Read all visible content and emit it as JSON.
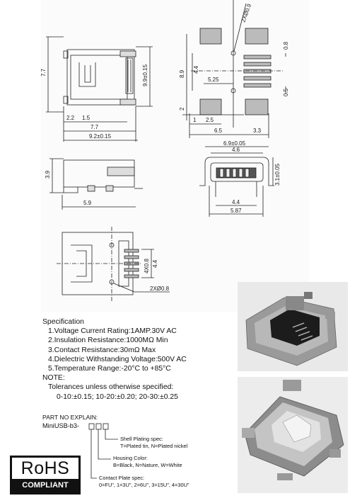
{
  "dimensions": {
    "top_height": "7.7",
    "top_depth": "9.9±0.15",
    "top_bottom_a": "2.2",
    "top_bottom_b": "1.5",
    "top_bottom_c": "7.7",
    "top_bottom_total": "9.2±0.15",
    "pad_diameter": "2XØ0.9",
    "pad_height_total": "8.9",
    "pad_height_inner": "4.4",
    "pad_pitch": "0.8",
    "pad_span": "5.25",
    "pad_gap": "0.5",
    "pad_edge": "2",
    "pad_bottom_a": "1",
    "pad_bottom_b": "2.5",
    "pad_width_total": "6.5",
    "pad_right": "3.3",
    "side_height": "3.9",
    "side_length": "5.9",
    "front_width_top": "6.9±0.05",
    "front_inner": "4.6",
    "front_height": "3.1±0.05",
    "front_bottom_inner": "4.4",
    "front_bottom_total": "5.87",
    "bottom_pins": "4X0.8",
    "bottom_pitch": "4.4",
    "bottom_holes": "2XØ0.8"
  },
  "specification": {
    "heading": "Specification",
    "items": [
      "1.Voltage Current Rating:1AMP.30V AC",
      "2.Insulation Resistance:1000MΩ  Min",
      "3.Contact Resistance:30mΩ  Max",
      "4.Dielectric Withstanding Voltage:500V AC",
      "5.Temperature Range:-20°C to +85°C"
    ],
    "note_heading": "NOTE:",
    "note_line1": "Tolerances unless otherwise specified:",
    "note_line2": "0-10:±0.15;  10-20:±0.20;  20-30:±0.25"
  },
  "part_no": {
    "title": "PART NO EXPLAIN:",
    "code": "MiniUSB-b3-",
    "shell_label": "Shell Plating  spec:",
    "shell_values": "T=Plated tin,  N=Plated nickel",
    "housing_label": "Housing Color:",
    "housing_values": "B=Black,  N=Nature,  W=White",
    "contact_label": "Contact Plate spec:",
    "contact_values": "0=FU\", 1=3U\", 2=6U\", 3=15U\", 4=30U\""
  },
  "badge": {
    "top": "RoHS",
    "bottom": "COMPLIANT"
  }
}
